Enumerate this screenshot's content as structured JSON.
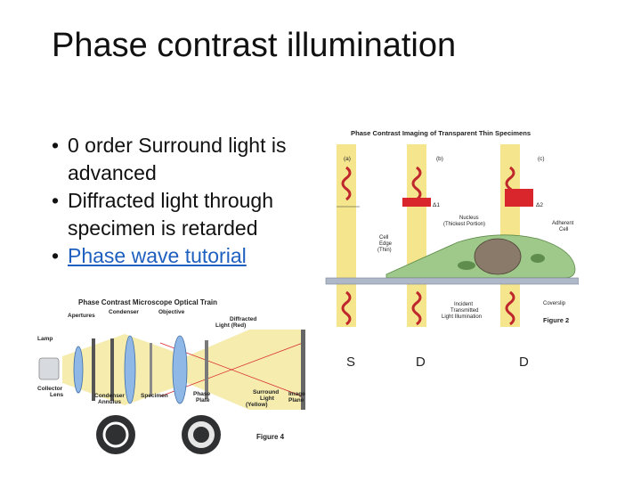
{
  "slide": {
    "title": "Phase contrast illumination",
    "bullets": [
      {
        "text": "0 order Surround light is advanced"
      },
      {
        "text": "Diffracted light through specimen is retarded"
      }
    ],
    "link_bullet": "Phase wave tutorial"
  },
  "figure2": {
    "title": "Phase Contrast Imaging of Transparent Thin Specimens",
    "panel_a": "(a)",
    "panel_b": "(b)",
    "panel_c": "(c)",
    "delta1": "Δ1",
    "delta2": "Δ2",
    "nucleus": "Nucleus",
    "nucleus_sub": "(Thickest Portion)",
    "adherent_line1": "Adherent",
    "adherent_line2": "Cell",
    "cell_edge_line1": "Cell",
    "cell_edge_line2": "Edge",
    "cell_edge_line3": "(Thin)",
    "incident_line1": "Incident",
    "incident_line2": "Transmitted",
    "incident_line3": "Light Illumination",
    "coverslip": "Coverslip",
    "caption": "Figure 2",
    "colors": {
      "beam": "#f3e27a",
      "wave": "#c0272d",
      "plate": "#d8262c"
    }
  },
  "figure4": {
    "title": "Phase Contrast Microscope Optical Train",
    "apertures": "Apertures",
    "condenser": "Condenser",
    "objective": "Objective",
    "diffracted_line1": "Diffracted",
    "diffracted_line2": "Light (Red)",
    "lamp": "Lamp",
    "collector_line1": "Collector",
    "collector_line2": "Lens",
    "condenser_annulus_line1": "Condenser",
    "condenser_annulus_line2": "Annulus",
    "specimen": "Specimen",
    "phase_plate_line1": "Phase",
    "phase_plate_line2": "Plate",
    "surround_line1": "Surround",
    "surround_line2": "Light",
    "surround_line3": "(Yellow)",
    "image_plane_line1": "Image",
    "image_plane_line2": "Plane",
    "caption": "Figure 4"
  },
  "labels": {
    "s": "S",
    "d1": "D",
    "d2": "D"
  }
}
